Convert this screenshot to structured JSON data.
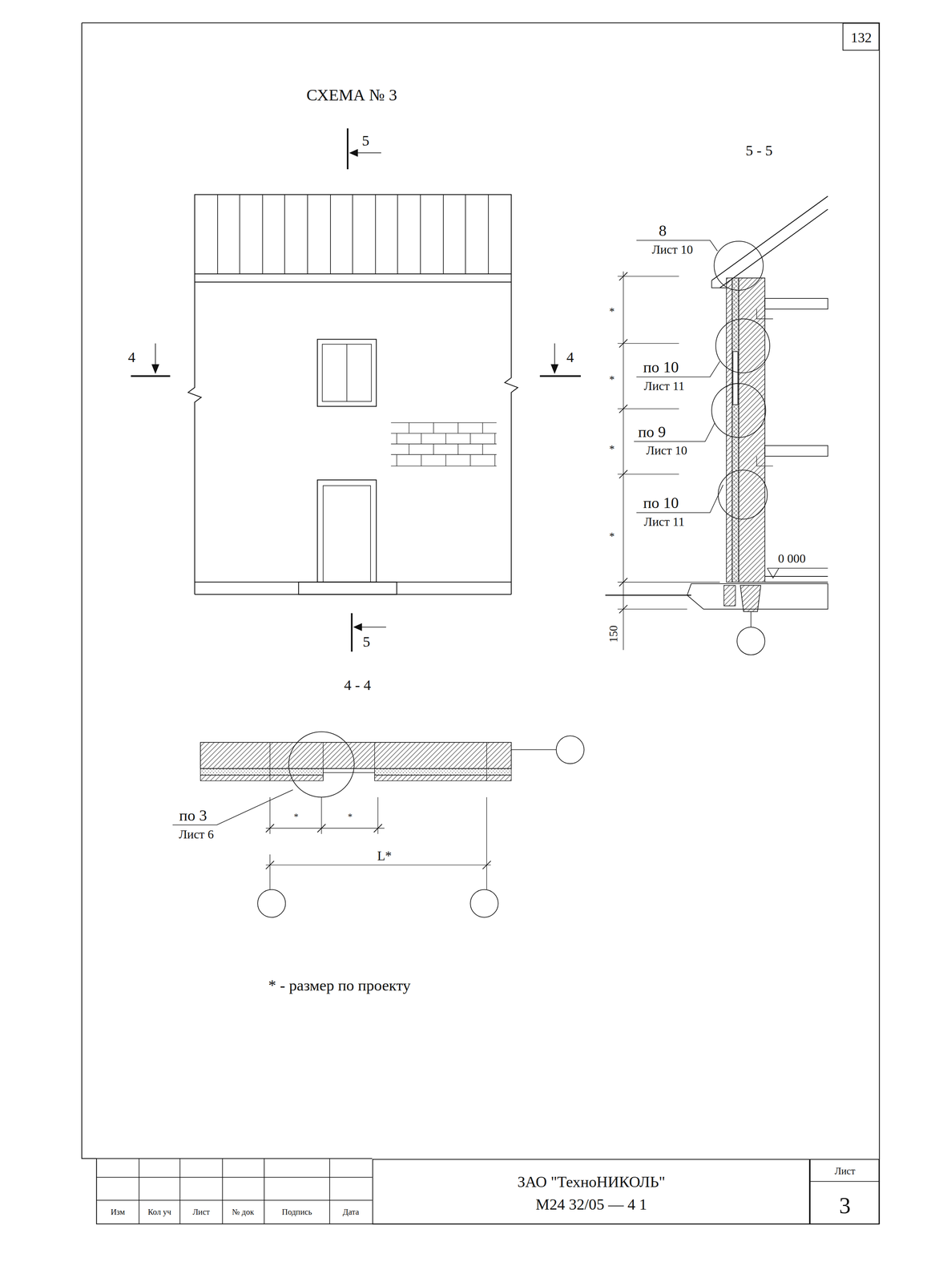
{
  "diagram": {
    "title": "СХЕМА № 3",
    "nodes": [
      {
        "text": [
          "132"
        ]
      },
      {
        "text": [
          "ЗАО \"ТехноНИКОЛЬ\"",
          "М24 32/05 — 4 1"
        ]
      },
      {
        "text": [
          "Лист",
          "3"
        ]
      }
    ],
    "labels": [
      "5",
      "5 - 5",
      "8",
      "Лист 10",
      "*",
      "4",
      "4",
      "по 10",
      "*",
      "Лист 11",
      "по 9",
      "Лист 10",
      "*",
      "по 10",
      "Лист 11",
      "*",
      "0 000",
      "150",
      "5",
      "4 - 4",
      "*",
      "*",
      "по 3",
      "Лист 6",
      "L*",
      "* - размер по проекту",
      "Изм",
      "Кол уч",
      "Лист",
      "№ док",
      "Подпись",
      "Дата"
    ]
  }
}
